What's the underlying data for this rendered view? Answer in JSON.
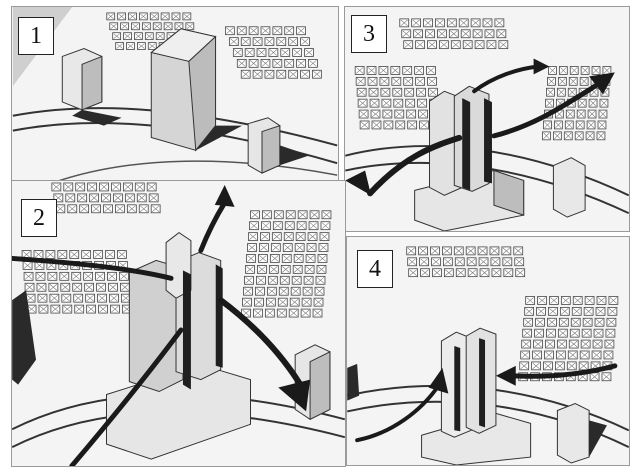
{
  "figure": {
    "panels": [
      {
        "id": "1",
        "label": "1"
      },
      {
        "id": "2",
        "label": "2"
      },
      {
        "id": "3",
        "label": "3"
      },
      {
        "id": "4",
        "label": "4"
      }
    ]
  },
  "colors": {
    "background": "#ffffff",
    "ground": "#f4f4f4",
    "road_edge": "#333333",
    "building_face": "#d8d8d8",
    "building_light": "#ececec",
    "shadow": "#2a2a2a",
    "wind_arrow": "#1a1a1a"
  },
  "icons": [
    "wind-arrow-icon",
    "tower-icon",
    "building-block-icon"
  ]
}
